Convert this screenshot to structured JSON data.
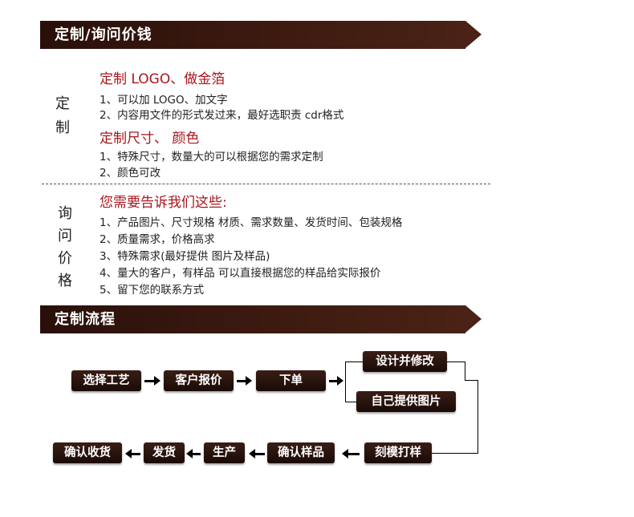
{
  "section1": {
    "title": "定制/询问价钱",
    "custom": {
      "label": [
        "定",
        "制"
      ],
      "logo_heading": "定制 LOGO、做金箔",
      "logo_items": [
        "1、可以加 LOGO、加文字",
        "2、内容用文件的形式发过来，最好选职责 cdr格式"
      ],
      "size_heading": "定制尺寸、 颜色",
      "size_items": [
        "1、特殊尺寸，数量大的可以根据您的需求定制",
        "2、颜色可改"
      ]
    },
    "inquiry": {
      "label": [
        "询",
        "问",
        "价",
        "格"
      ],
      "heading": "您需要告诉我们这些:",
      "items": [
        "1、产品图片、尺寸规格 材质、需求数量、发货时间、包装规格",
        "2、质量需求，价格高求",
        "3、特殊需求(最好提供 图片及样品)",
        "4、量大的客户，有样品 可以直接根据您的样品给实际报价",
        "5、留下您的联系方式"
      ]
    }
  },
  "section2": {
    "title": "定制流程",
    "steps": {
      "select": "选择工艺",
      "service": "客户报价",
      "order": "下单",
      "design": "设计并修改",
      "provide": "自己提供图片",
      "engrave": "刻模打样",
      "confirm_sample": "确认样品",
      "produce": "生产",
      "ship": "发货",
      "confirm_receipt": "确认收货"
    }
  },
  "colors": {
    "banner": "#3d1a10",
    "heading_red": "#a8161c",
    "button": "#2a120c"
  }
}
